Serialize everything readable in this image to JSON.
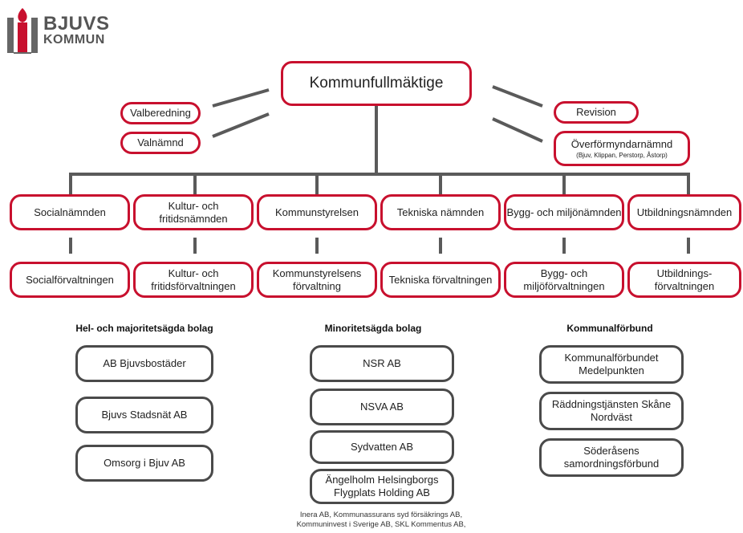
{
  "logo": {
    "line1": "BJUVS",
    "line2": "KOMMUN"
  },
  "top": {
    "council": "Kommunfullmäktige",
    "left": [
      "Valberedning",
      "Valnämnd"
    ],
    "right": [
      "Revision",
      "Överförmyndarnämnd"
    ],
    "right_sub": "(Bjuv, Klippan, Perstorp, Åstorp)"
  },
  "boards": [
    {
      "name": "Socialnämnden",
      "admin": "Socialförvaltningen"
    },
    {
      "name": "Kultur- och fritidsnämnden",
      "admin": "Kultur- och fritidsförvaltningen"
    },
    {
      "name": "Kommunstyrelsen",
      "admin": "Kommunstyrelsens förvaltning"
    },
    {
      "name": "Tekniska nämnden",
      "admin": "Tekniska förvaltningen"
    },
    {
      "name": "Bygg- och miljönämnden",
      "admin": "Bygg- och miljöförvaltningen"
    },
    {
      "name": "Utbildningsnämnden",
      "admin": "Utbildnings- förvaltningen"
    }
  ],
  "groups": {
    "owned": {
      "heading": "Hel- och majoritetsägda bolag",
      "items": [
        "AB Bjuvsbostäder",
        "Bjuvs Stadsnät AB",
        "Omsorg i Bjuv AB"
      ]
    },
    "minority": {
      "heading": "Minoritetsägda bolag",
      "items": [
        "NSR AB",
        "NSVA AB",
        "Sydvatten AB",
        "Ängelholm Helsingborgs Flygplats Holding AB"
      ]
    },
    "federations": {
      "heading": "Kommunalförbund",
      "items": [
        "Kommunalförbundet Medelpunkten",
        "Räddningstjänsten Skåne Nordväst",
        "Söderåsens samordningsförbund"
      ]
    }
  },
  "footnote": [
    "Inera AB, Kommunassurans syd försäkrings AB,",
    "Kommuninvest i Sverige AB, SKL Kommentus AB,"
  ]
}
